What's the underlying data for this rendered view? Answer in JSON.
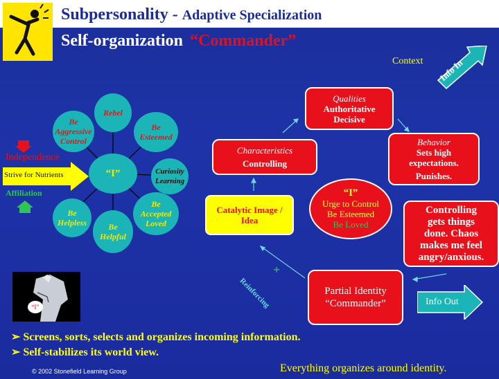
{
  "title": {
    "line1_main": "Subpersonality - ",
    "line1_sub": "Adaptive Specialization",
    "line2_main": "Self-organization",
    "line2_quote": "“Commander”"
  },
  "colors": {
    "background": "#1e33a8",
    "accent_red": "#e8101a",
    "teal": "#1bb5b8",
    "yellow": "#ffff00",
    "green": "#2ec458"
  },
  "left_diagram": {
    "center": "“I”",
    "petals": {
      "rebel": "Rebel",
      "be_esteemed": [
        "Be",
        "Esteemed"
      ],
      "curiosity": [
        "Curiosity",
        "Learning"
      ],
      "be_accepted": [
        "Be",
        "Accepted",
        "Loved"
      ],
      "be_helpful": [
        "Be",
        "Helpful"
      ],
      "be_helpless": [
        "Be",
        "Helpless"
      ],
      "be_aggressive": [
        "Be",
        "Aggressive",
        "Control"
      ]
    },
    "independence": "Independence",
    "strive": "Strive for Nutrients",
    "affiliation": "Affiliation"
  },
  "horse_label": "“I”",
  "right_diagram": {
    "context": "Context",
    "info_in": "Info In",
    "info_out": "Info Out",
    "qualities": {
      "heading": "Qualities",
      "line1": "Authoritative",
      "line2": "Decisive"
    },
    "characteristics": {
      "heading": "Characteristics",
      "line1": "Controlling"
    },
    "behavior": {
      "heading": "Behavior",
      "line1": "Sets high",
      "line2": "expectations.",
      "line3": "Punishes."
    },
    "catalytic": {
      "line1": "Catalytic Image /",
      "line2": "Idea"
    },
    "center_i": {
      "heading": "“I”",
      "line1": "Urge to Control",
      "line2": "Be Esteemed",
      "line3": "Be Loved"
    },
    "controlling_box": {
      "line1": "Controlling",
      "line2": "gets things",
      "line3": "done. Chaos",
      "line4": "makes me feel",
      "line5": "angry/anxious."
    },
    "partial": {
      "line1": "Partial Identity",
      "line2": "“Commander”"
    },
    "reinforcing": "Reinforcing",
    "plus": "+"
  },
  "bullets": [
    "Screens, sorts, selects and organizes incoming information.",
    "Self-stabilizes its world view."
  ],
  "footer": "© 2002 Stonefield Learning Group",
  "tagline": "Everything organizes around identity."
}
